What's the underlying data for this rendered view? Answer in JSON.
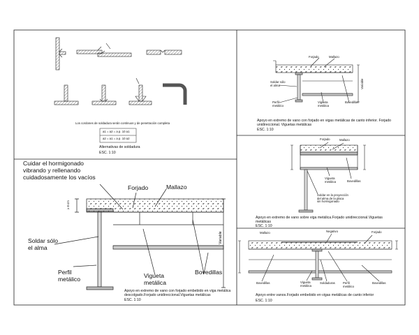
{
  "panel_welds": {
    "note": "Los cordones de soldadura serán continuos y de penetración completa",
    "formula_1": "a1 = a2 = a   p. 10 a1",
    "formula_2": "a2 = a1 = a   p. 10 a2",
    "caption": "Alternativas de soldadura",
    "scale": "ESC. 1:10"
  },
  "panel_main": {
    "instruction": "Cuidar el hormigonado\nvibrando y rellenando\ncuidadosamente los vacíos",
    "label_forjado": "Forjado",
    "label_mallazo": "Mallazo",
    "label_dim": "≥ 8 cm",
    "label_soldar": "Soldar sólo\nel alma",
    "label_variable": "Variable",
    "label_perfil": "Perfil\nmetálico",
    "label_vigueta": "Vigueta\nmetálica",
    "label_bovedillas": "Bovedillas",
    "caption": "Apoyo en extremo de vano con forjado embebido en viga metálica\ndescolgado.Forjado unidireccional.Viguetas metálicas",
    "scale": "ESC. 1:10"
  },
  "panel_r1": {
    "label_forjado": "Forjado",
    "label_mallazo": "Mallazo",
    "label_soldar": "Soldar sólo\nel alma",
    "label_perfil": "Perfil\nmetálico",
    "label_vigueta": "Vigueta\nmetálica",
    "label_bovedillas": "Bovedillas",
    "label_variable": "Variable",
    "caption": "Apoyo en extremo de vano con forjado en vigas metálicas de canto inferior. Forjado\nunidireccional. Viguetas metálicas",
    "scale": "ESC. 1:10"
  },
  "panel_r2": {
    "label_forjado": "Forjado",
    "label_mallazo": "Mallazo",
    "label_vigueta": "Vigueta\nmetálica",
    "label_bovedillas": "Bovedillas",
    "label_soldar": "Soldar en la proyección\ndel alma de la placa\nsin hormigonado",
    "caption": "Apoyo en extremo de vano sobre viga metálica.Forjado unidireccional.Viguetas\nmetálicas",
    "scale": "ESC. 1:10"
  },
  "panel_r3": {
    "label_negativo": "Negativo",
    "label_forjado": "Forjado",
    "label_mallazo": "Mallazo",
    "label_bovedillas_l": "Bovedillas",
    "label_vigueta": "Vigueta\nmetálica",
    "label_soldaduras": "Soldaduras",
    "label_perfil": "Perfil\nmetálico",
    "label_bovedillas_r": "Bovedillas",
    "caption": "Apoyo entre vanos.Forjado embebido en vigas metálicas de canto inferior",
    "scale": "ESC. 1:10"
  }
}
